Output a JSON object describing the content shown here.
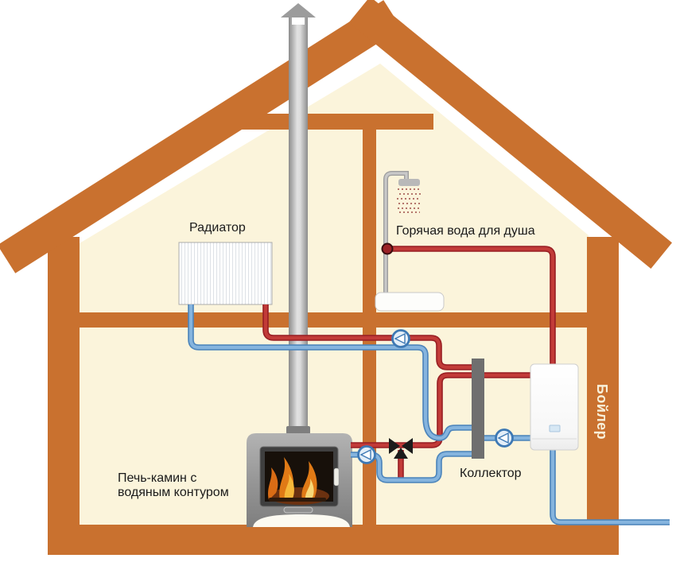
{
  "labels": {
    "radiator": "Радиатор",
    "shower": "Горячая вода для душа",
    "stove_line1": "Печь-камин с",
    "stove_line2": "водяным контуром",
    "collector": "Коллектор",
    "boiler": "Бойлер"
  },
  "colors": {
    "hot_edge": "#9A2025",
    "hot_core": "#C23B38",
    "cold_edge": "#4E86BC",
    "cold_core": "#85B4DE",
    "frame": "#C9712F",
    "wall": "#FBF4DB",
    "collector": "#6F6F6F"
  }
}
